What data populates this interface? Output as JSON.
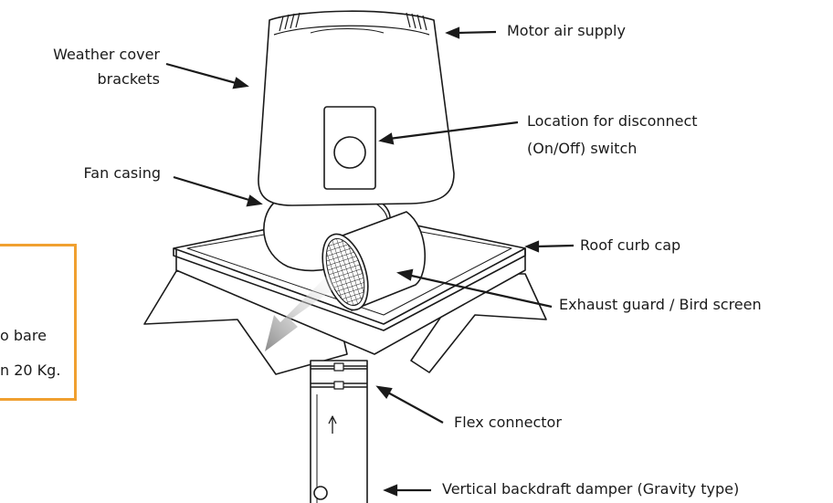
{
  "labels": {
    "weather_cover_line1": "Weather cover",
    "weather_cover_line2": "brackets",
    "motor_air_supply": "Motor air supply",
    "disconnect_line1": "Location for disconnect",
    "disconnect_line2": "(On/Off) switch",
    "fan_casing": "Fan casing",
    "roof_curb_cap": "Roof curb cap",
    "exhaust_guard": "Exhaust guard / Bird screen",
    "flex_connector": "Flex connector",
    "backdraft_damper": "Vertical backdraft damper (Gravity type)"
  },
  "note": {
    "line1": "o bare",
    "line2": "n 20 Kg."
  },
  "colors": {
    "note_border": "#f0a030",
    "line": "#1a1a1a",
    "airflow_arrow": "#8a8a8a"
  },
  "icons": {
    "airflow": "airflow-arrow-icon",
    "damper_direction": "up-arrow-icon"
  }
}
